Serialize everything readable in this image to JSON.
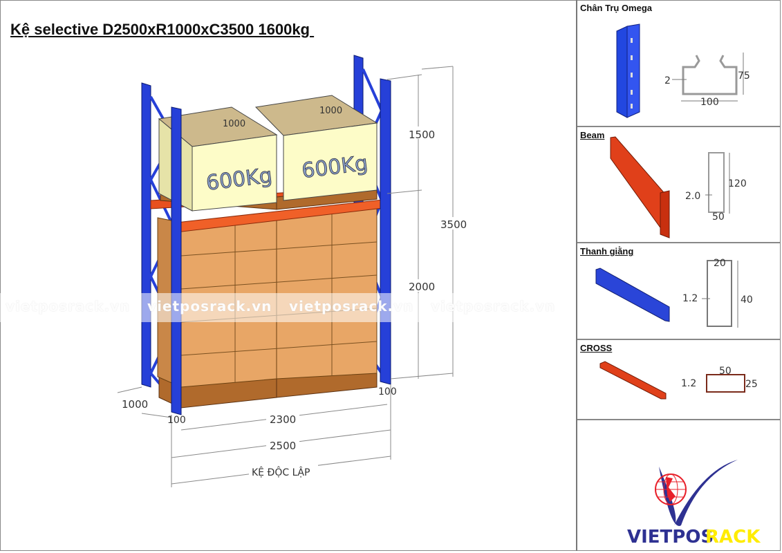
{
  "title": "Kệ selective D2500xR1000xC3500 1600kg ",
  "rack": {
    "loads": [
      "600Kg",
      "600Kg"
    ],
    "box_widths": [
      "1000",
      "1000"
    ],
    "dims": {
      "upper_height": "1500",
      "lower_height": "2000",
      "total_height": "3500",
      "depth": "1000",
      "upright_left": "100",
      "upright_right": "100",
      "clear_width": "2300",
      "total_width": "2500",
      "bay_label": "KỆ ĐỘC LẬP"
    }
  },
  "parts": [
    {
      "label": "Chân Trụ Omega",
      "dims": [
        "2",
        "75",
        "100"
      ],
      "color": "#2247e0"
    },
    {
      "label": "Beam",
      "dims": [
        "2.0",
        "120",
        "50"
      ],
      "color": "#e0401a"
    },
    {
      "label": "Thanh giằng",
      "dims": [
        "20",
        "1.2",
        "40"
      ],
      "color": "#2a45d8"
    },
    {
      "label": "CROSS",
      "dims": [
        "50",
        "1.2",
        "25"
      ],
      "color": "#e0401a"
    }
  ],
  "watermark": "vietposrack.vn",
  "logo": {
    "text_blue": "VIETPOS",
    "text_yellow": "RACK",
    "blue": "#2e3192",
    "yellow": "#ffec00",
    "red": "#e8202a"
  }
}
